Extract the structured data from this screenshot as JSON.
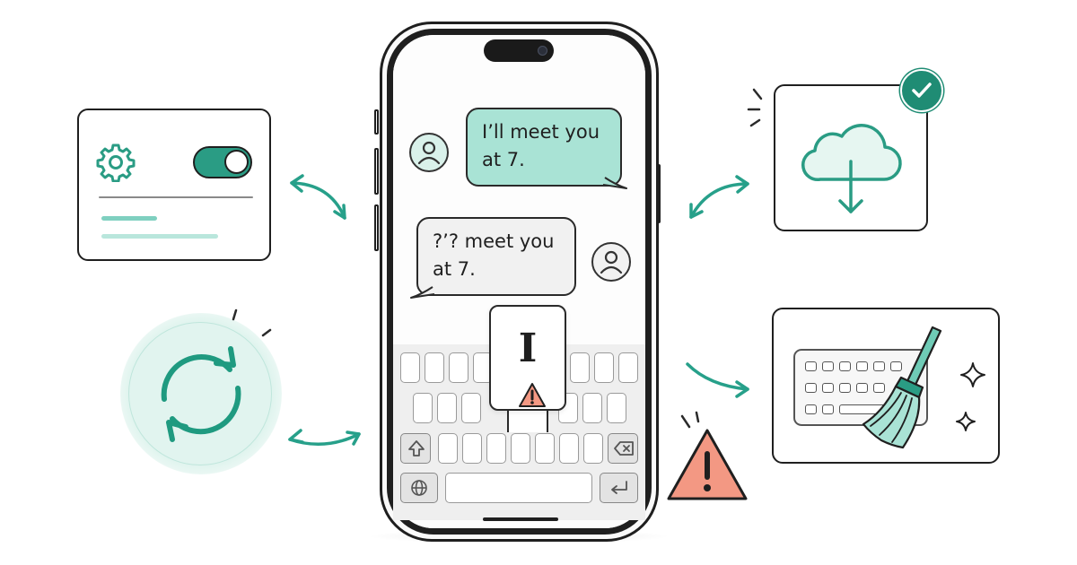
{
  "conversation": {
    "sent_message": "I’ll meet you at 7.",
    "received_message": "?’? meet you at 7."
  },
  "popup": {
    "character": "I"
  },
  "colors": {
    "teal_primary": "#2a9c84",
    "teal_light": "#a9e3d5",
    "teal_pale": "#e1f4ef",
    "warning_fill": "#f39883",
    "outline": "#1f1f1f"
  },
  "icons": {
    "settings": "gear-icon",
    "toggle": "toggle-switch-icon",
    "sync": "sync-arrows-icon",
    "cloud_download": "cloud-download-icon",
    "checkmark": "check-icon",
    "keyboard_cleaner": "broom-icon",
    "sparkles": "sparkle-icon",
    "warning": "warning-triangle-icon",
    "shift": "shift-icon",
    "backspace": "backspace-icon",
    "globe": "globe-icon",
    "return": "return-icon",
    "user": "user-avatar-icon"
  },
  "toggle": {
    "state": "on"
  }
}
